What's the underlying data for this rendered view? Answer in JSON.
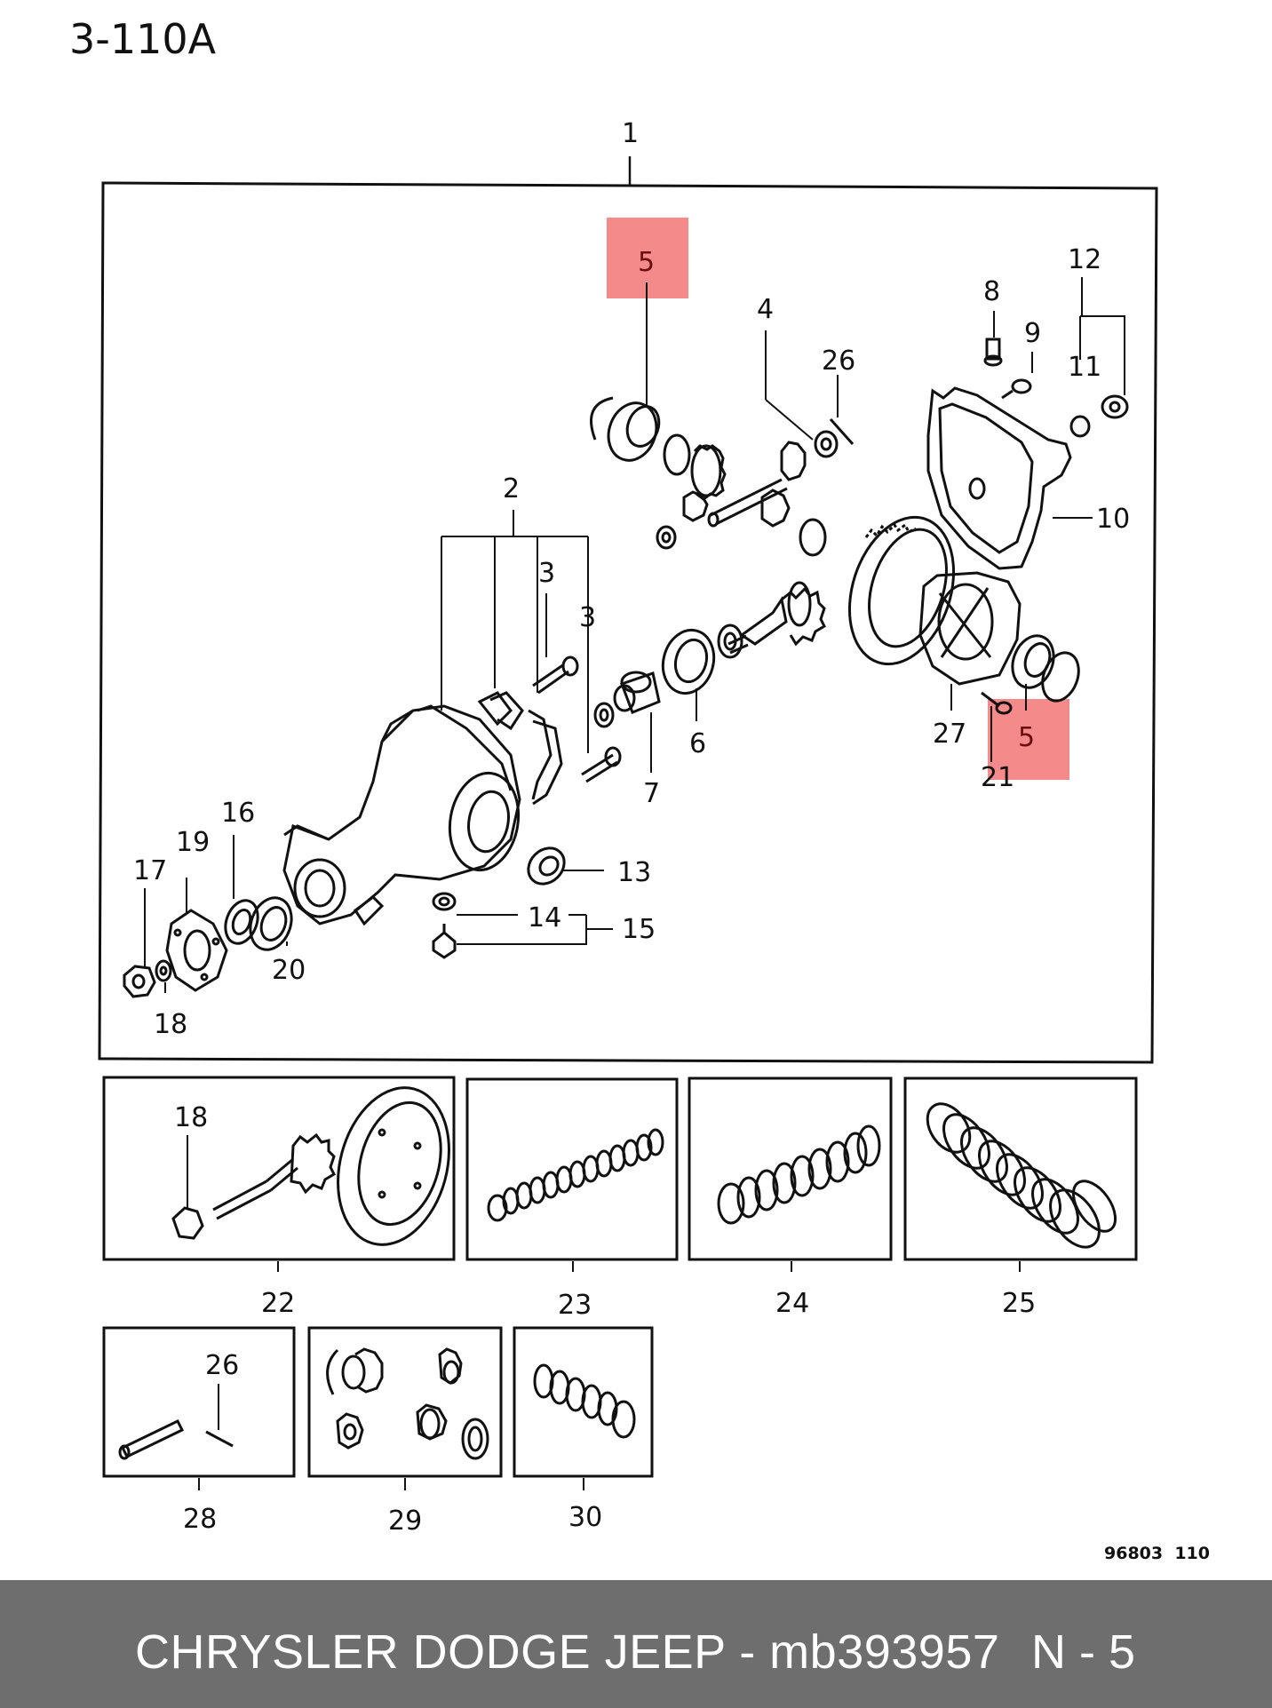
{
  "header": {
    "diagram_code": "3-110A"
  },
  "part_numbers": {
    "p1": "1",
    "p2": "2",
    "p3a": "3",
    "p3b": "3",
    "p4": "4",
    "p5_top": "5",
    "p5_bottom": "5",
    "p6": "6",
    "p7": "7",
    "p8": "8",
    "p9": "9",
    "p10": "10",
    "p11": "11",
    "p12": "12",
    "p13": "13",
    "p14": "14",
    "p15": "15",
    "p16": "16",
    "p17": "17",
    "p18": "18",
    "p19": "19",
    "p20": "20",
    "p21": "21",
    "p22": "22",
    "p23": "23",
    "p24": "24",
    "p25": "25",
    "p26": "26",
    "p27": "27",
    "p18_inset": "18",
    "p26_inset": "26",
    "p28": "28",
    "p29": "29",
    "p30": "30"
  },
  "drawing_code": "96803  110",
  "highlight": {
    "color": "#f48a8a",
    "part": "5"
  },
  "footer": {
    "product_text": "CHRYSLER DODGE JEEP - mb393957",
    "position_text": "N - 5"
  }
}
